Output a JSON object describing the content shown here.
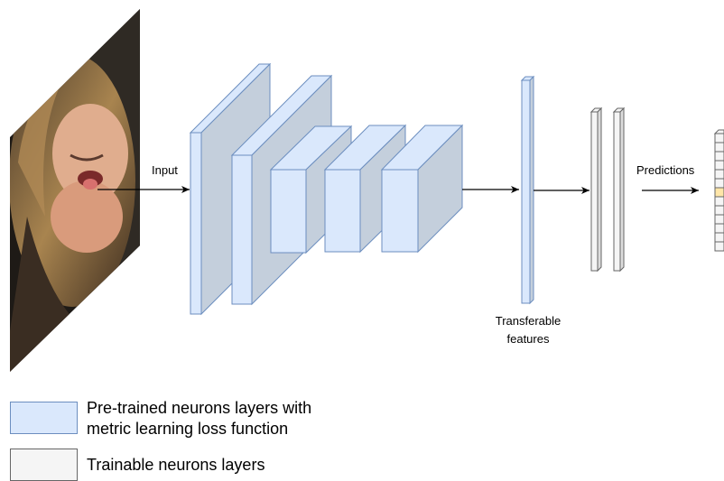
{
  "labels": {
    "input": "Input",
    "predictions": "Predictions",
    "transferable_line1": "Transferable",
    "transferable_line2": "features"
  },
  "legend": [
    {
      "line1": "Pre-trained neurons layers with",
      "line2": "metric learning loss function",
      "color": "#dae8fc"
    },
    {
      "line1": "Trainable neurons layers",
      "line2": "",
      "color": "#f5f5f5"
    }
  ],
  "colors": {
    "pretrained_fill": "#dae8fc",
    "pretrained_stroke": "#6c8ebf",
    "trainable_fill": "#f5f5f5",
    "trainable_stroke": "#666666",
    "highlight_cell": "#ffe6a8"
  }
}
